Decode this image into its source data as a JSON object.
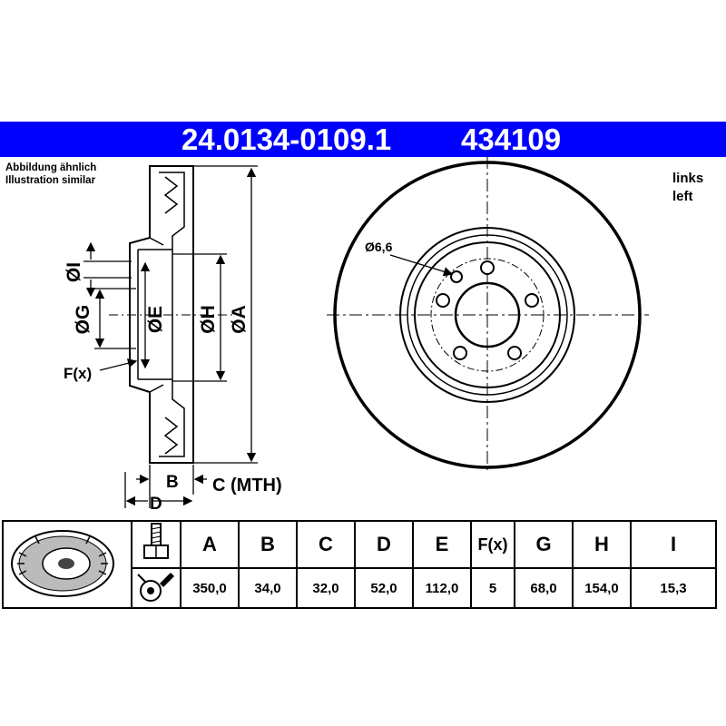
{
  "header": {
    "part_number": "24.0134-0109.1",
    "ref_number": "434109"
  },
  "note": {
    "line1": "Abbildung ähnlich",
    "line2": "Illustration similar"
  },
  "side": {
    "line1": "links",
    "line2": "left"
  },
  "cross_section_labels": {
    "dia_i": "ØI",
    "dia_g": "ØG",
    "dia_e": "ØE",
    "dia_h": "ØH",
    "dia_a": "ØA",
    "f": "F(x)",
    "b": "B",
    "c": "C (MTH)",
    "d": "D"
  },
  "front_view": {
    "hole_label": "Ø6,6",
    "bolt_holes": 5
  },
  "spec_table": {
    "columns": [
      "A",
      "B",
      "C",
      "D",
      "E",
      "F(x)",
      "G",
      "H",
      "I"
    ],
    "values": [
      "350,0",
      "34,0",
      "32,0",
      "52,0",
      "112,0",
      "5",
      "68,0",
      "154,0",
      "15,3"
    ]
  },
  "icons": [
    "brake-disc-icon",
    "bolt-icon",
    "wheel-hub-icon"
  ]
}
